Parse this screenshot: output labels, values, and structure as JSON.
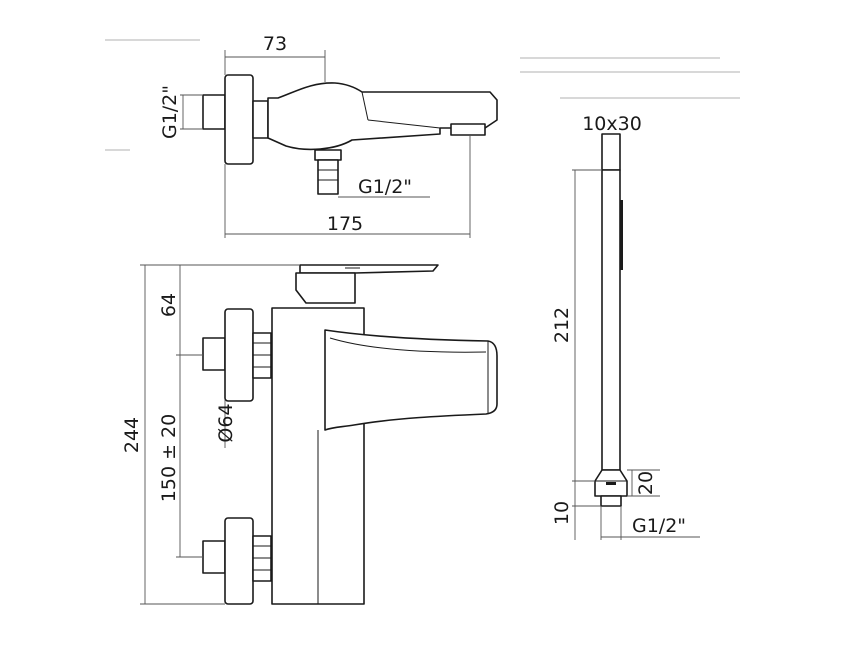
{
  "dimensions": {
    "top_depth": "73",
    "top_inlet_left": "G1/2\"",
    "top_outlet": "G1/2\"",
    "top_overall": "175",
    "front_handle_height": "64",
    "front_overall_height": "244",
    "front_rosette_diameter": "Ø64",
    "front_centers": "150 ± 20",
    "hose_section": "10x30",
    "hose_length": "212",
    "hose_nut_height": "20",
    "hose_base_height": "10",
    "hose_thread": "G1/2\""
  }
}
